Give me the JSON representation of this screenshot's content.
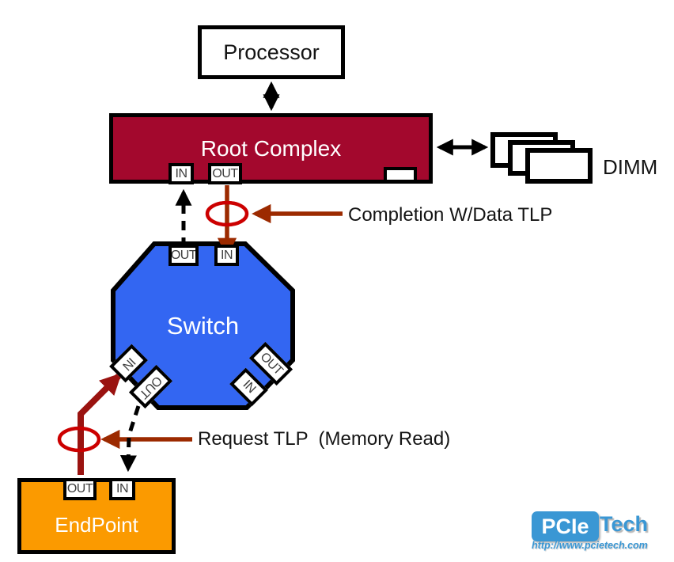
{
  "nodes": {
    "processor": {
      "label": "Processor"
    },
    "root_complex": {
      "label": "Root Complex"
    },
    "switch": {
      "label": "Switch"
    },
    "endpoint": {
      "label": "EndPoint"
    },
    "dimm": {
      "label": "DIMM"
    }
  },
  "ports": {
    "rc_in": "IN",
    "rc_out": "OUT",
    "sw_top_out": "OUT",
    "sw_top_in": "IN",
    "sw_bl_in": "IN",
    "sw_bl_out": "OUT",
    "sw_br_in": "IN",
    "sw_br_out": "OUT",
    "ep_out": "OUT",
    "ep_in": "IN"
  },
  "annotations": {
    "completion_label": "Completion W/Data TLP",
    "request_label": "Request TLP  (Memory Read)"
  },
  "logo": {
    "brand_left": "PCIe",
    "brand_right": "Tech",
    "url": "http://www.pcietech.com"
  },
  "colors": {
    "root_complex": "#A3082D",
    "switch": "#3366F2",
    "endpoint": "#FB9A00",
    "arrow_dark_red": "#9C2A00",
    "path_red": "#9A1310",
    "ellipse_red": "#CC0000",
    "logo_blue": "#3A97D4",
    "arrow_black": "#000000"
  }
}
